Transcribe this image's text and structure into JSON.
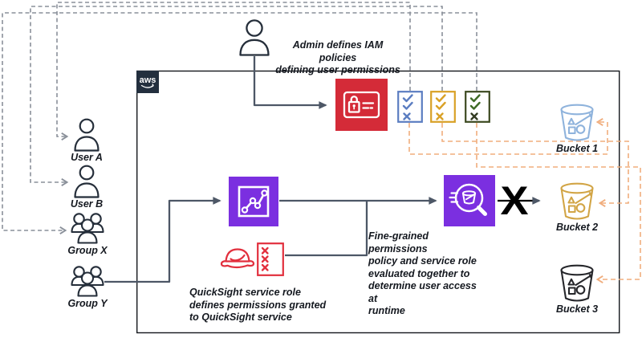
{
  "diagram": {
    "aws_logo": "aws",
    "deny_mark": "X"
  },
  "colors": {
    "quicksight_purple": "#7b2fe0",
    "iam_red": "#d42b38",
    "role_red": "#e22f3d",
    "solid_line": "#4d5766",
    "gray_dash": "#8a909a",
    "orange_dash": "#f0ad7d",
    "aws_navy": "#232f3e",
    "policy_blue": "#5b7dc1",
    "policy_yellow": "#d9a126",
    "policy_dark": "#3d4a21",
    "policy_dark_check": "#3e6b25",
    "bucket1_blue": "#8fb3dc",
    "bucket2_yellow": "#d2a546",
    "bucket3_black": "#26272b"
  },
  "notes": {
    "admin": [
      "Admin defines IAM policies",
      "defining user permissions"
    ],
    "service_role": [
      "QuickSight service role",
      "defines permissions granted",
      "to QuickSight service"
    ],
    "runtime": [
      "Fine-grained permissions",
      "policy and service role",
      "evaluated together to",
      "determine user access at",
      "runtime"
    ]
  },
  "actors": [
    {
      "label": "User A",
      "type": "user"
    },
    {
      "label": "User B",
      "type": "user"
    },
    {
      "label": "Group X",
      "type": "group"
    },
    {
      "label": "Group Y",
      "type": "group"
    }
  ],
  "policy_docs": [
    {
      "name": "user-a-policy",
      "marks": "check-check-x",
      "color": "#5b7dc1"
    },
    {
      "name": "user-b-policy",
      "marks": "check-check-x",
      "color": "#d9a126"
    },
    {
      "name": "group-x-policy",
      "marks": "check-check-x",
      "color": "#3d4a21"
    }
  ],
  "buckets": [
    {
      "label": "Bucket 1",
      "color": "#8fb3dc"
    },
    {
      "label": "Bucket 2",
      "color": "#d2a546"
    },
    {
      "label": "Bucket 3",
      "color": "#26272b"
    }
  ],
  "icons": {
    "admin": "person-icon",
    "iam": "lock-id-card-icon",
    "quicksight": "line-chart-square-icon",
    "service_role": "hard-hat-icon",
    "deny_policy": "x-x-x-document-icon",
    "evaluation": "magnifier-over-bucket-icon"
  }
}
